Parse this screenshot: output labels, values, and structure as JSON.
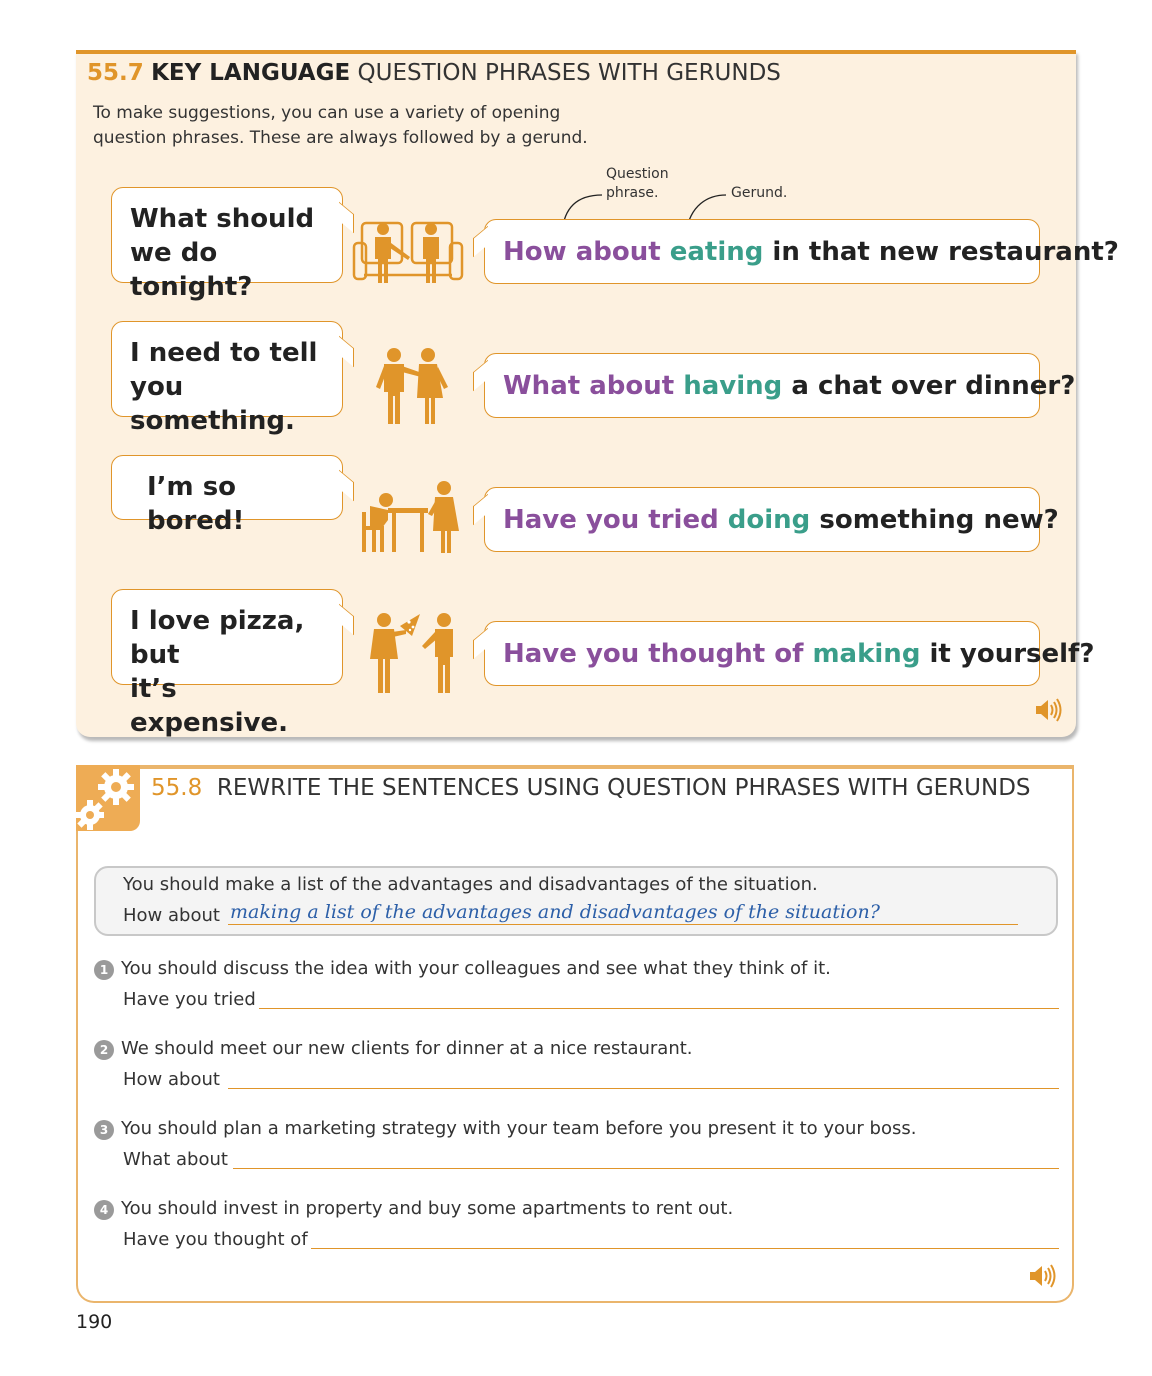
{
  "colors": {
    "accent": "#e0952a",
    "question_phrase": "#8a4f9c",
    "gerund": "#3a9e8a",
    "panel_bg": "#fdf1e0"
  },
  "section1": {
    "number": "55.7",
    "key": "KEY LANGUAGE",
    "title": "QUESTION PHRASES WITH GERUNDS",
    "intro_line1": "To make suggestions, you can use a variety of opening",
    "intro_line2": "question phrases. These are always followed by a gerund.",
    "annotation_question_line1": "Question",
    "annotation_question_line2": "phrase.",
    "annotation_gerund": "Gerund.",
    "rows": [
      {
        "prompt_line1": "What should",
        "prompt_line2": "we do tonight?",
        "phrase": "How about",
        "gerund": "eating",
        "rest": "in that new restaurant?"
      },
      {
        "prompt_line1": "I need to tell",
        "prompt_line2": "you something.",
        "phrase": "What about",
        "gerund": "having",
        "rest": "a chat over dinner?"
      },
      {
        "prompt_line1": "I’m so bored!",
        "prompt_line2": "",
        "phrase": "Have you tried",
        "gerund": "doing",
        "rest": "something new?"
      },
      {
        "prompt_line1": "I love pizza, but",
        "prompt_line2": "it’s expensive.",
        "phrase": "Have you thought of",
        "gerund": "making",
        "rest": "it yourself?"
      }
    ],
    "audio_icon": "speaker-icon"
  },
  "section2": {
    "number": "55.8",
    "title": "REWRITE THE SENTENCES USING QUESTION PHRASES WITH GERUNDS",
    "icon": "gears-icon",
    "example": {
      "sentence": "You should make a list of the advantages and disadvantages of the situation.",
      "prompt": "How about",
      "answer": "making a list of the advantages and disadvantages of the situation?"
    },
    "items": [
      {
        "number": "1",
        "sentence": "You should discuss the idea with your colleagues and see what they think of it.",
        "prompt": "Have you tried"
      },
      {
        "number": "2",
        "sentence": "We should meet our new clients for dinner at a nice restaurant.",
        "prompt": "How about"
      },
      {
        "number": "3",
        "sentence": "You should plan a marketing strategy with your team before you present it to your boss.",
        "prompt": "What about"
      },
      {
        "number": "4",
        "sentence": "You should invest in property and buy some apartments to rent out.",
        "prompt": "Have you thought of"
      }
    ],
    "audio_icon": "speaker-icon"
  },
  "page_number": "190"
}
